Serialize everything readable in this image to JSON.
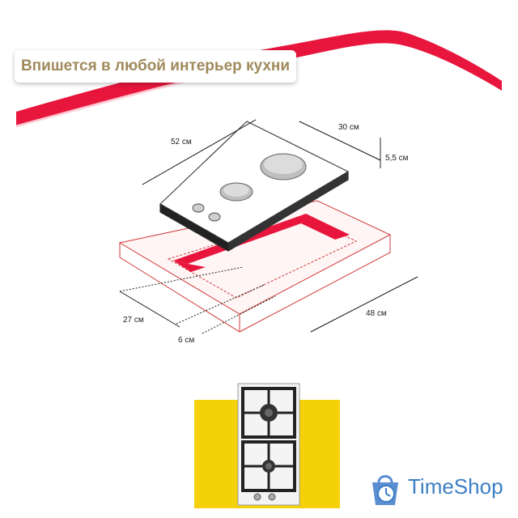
{
  "headline": "Впишется в любой интерьер кухни",
  "dimensions": {
    "length": "52 см",
    "width": "30 см",
    "height": "5,5 см",
    "cutout_depth": "27 см",
    "cutout_margin": "6 см",
    "cutout_length": "48 см"
  },
  "brand": {
    "name": "TimeShop",
    "color": "#3d7fc4"
  },
  "colors": {
    "accent_red": "#e8153c",
    "yellow": "#f5d10a",
    "headline": "#a08a5c"
  }
}
